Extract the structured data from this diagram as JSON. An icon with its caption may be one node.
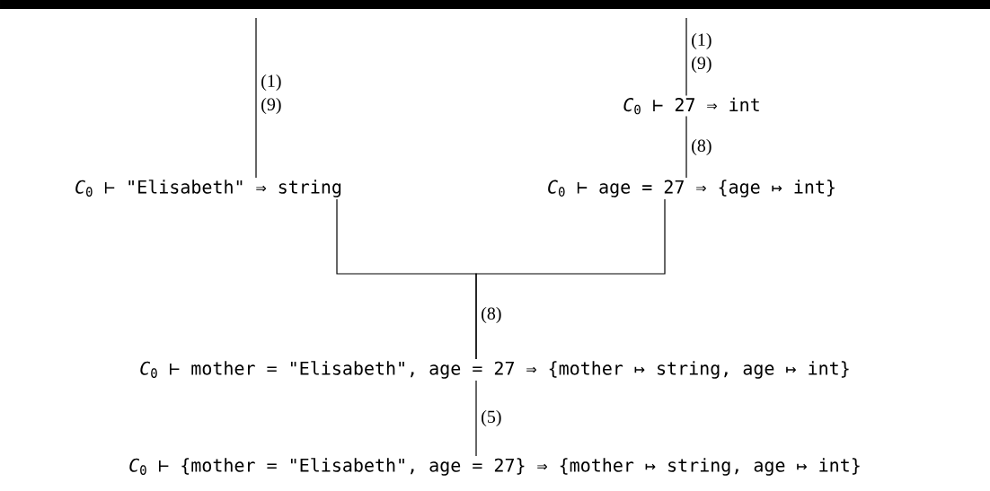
{
  "diagram": {
    "nodes": [
      {
        "text": [
          "*C*$_{0}$ ⊢ \"Elisabeth\" ⇒ string"
        ]
      },
      {
        "text": [
          "*C*$_{0}$ ⊢ 27 ⇒ int"
        ]
      },
      {
        "text": [
          "*C*$_{0}$ ⊢ age = 27 ⇒ {age ↦ int}"
        ]
      },
      {
        "text": [
          "*C*$_{0}$ ⊢ mother = \"Elisabeth\", age = 27 ⇒ {mother ↦ string, age ↦ int}"
        ]
      },
      {
        "text": [
          "*C*$_{0}$ ⊢ {mother = \"Elisabeth\", age = 27} ⇒ {mother ↦ string, age ↦ int}"
        ]
      }
    ],
    "edges": [
      {
        "from": null,
        "to": 0,
        "arrow": "none",
        "label": "(1) (9)"
      },
      {
        "from": null,
        "to": 1,
        "arrow": "none",
        "label": "(1) (9)"
      },
      {
        "from": 1,
        "to": 2,
        "arrow": "none",
        "label": "(8)"
      },
      {
        "from": 0,
        "to": 3,
        "arrow": "none",
        "label": "(8)"
      },
      {
        "from": 2,
        "to": 3,
        "arrow": "none"
      },
      {
        "from": 3,
        "to": 4,
        "arrow": "none",
        "label": "(5)"
      }
    ]
  }
}
